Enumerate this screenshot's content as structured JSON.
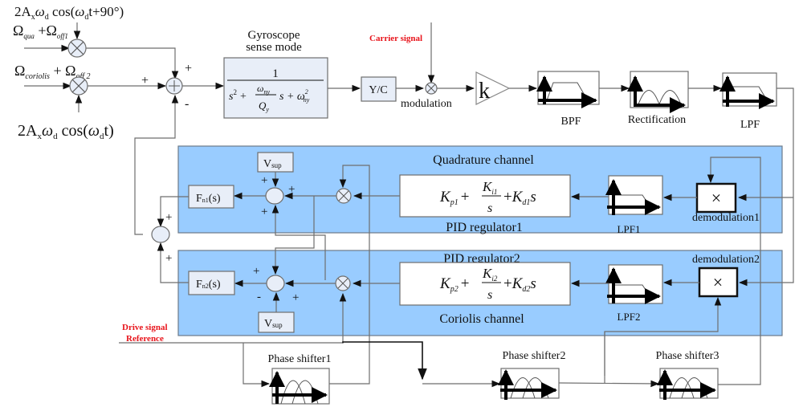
{
  "inputs": {
    "quad_carrier": "2Aₓωd cos(ωdt+90°)",
    "quad_carrier_parts": {
      "pre": "2A",
      "x": "x",
      "w": "ω",
      "d": "d",
      "mid": " cos(",
      "w2": "ω",
      "d2": "d",
      "post": "t+90°)"
    },
    "quad_rate": {
      "omega": "Ω",
      "sub1": "qua",
      "plus": " +Ω",
      "sub2": "off1"
    },
    "coriolis_rate": {
      "omega": "Ω",
      "sub1": "coriolis",
      "plus": " + Ω",
      "sub2": "off 2"
    },
    "drive_carrier_parts": {
      "pre": "2A",
      "x": "x",
      "w": "ω",
      "d": "d",
      "mid": " cos(",
      "w2": "ω",
      "d2": "d",
      "post": "t)"
    }
  },
  "signs": {
    "plus": "+",
    "minus": "-"
  },
  "gyro": {
    "title_line1": "Gyroscope",
    "title_line2": "sense mode",
    "numerator": "1",
    "den_s2": "s",
    "den_exp": "2",
    "den_plus": "+",
    "den_omega": "ω",
    "den_omega_sub": "ny",
    "den_Q": "Q",
    "den_Q_sub": "y",
    "den_s": "s + ω",
    "den_omega2_sub": "ny",
    "den_omega2_exp": "2"
  },
  "yc_label": "Y/C",
  "carrier_signal": "Carrier signal",
  "modulation_label": "modulation",
  "gain_label": "k",
  "filters": {
    "bpf": "BPF",
    "rectification": "Rectification",
    "lpf": "LPF"
  },
  "quadrature": {
    "title": "Quadrature channel",
    "pid_label": "PID regulator1",
    "pid": {
      "Kp": "K",
      "p": "p1",
      "Ki": "K",
      "i": "i1",
      "s": "s",
      "Kd": "K",
      "d": "d1",
      "s2": "s",
      "plus": "+"
    },
    "lpf": "LPF1",
    "demod": "demodulation1",
    "fn": {
      "F": "F",
      "sub": "n1",
      "arg": "(s)"
    },
    "vsup": {
      "V": "V",
      "sub": "sup"
    }
  },
  "coriolis": {
    "title": "Coriolis channel",
    "pid_label": "PID regulator2",
    "pid": {
      "Kp": "K",
      "p": "p2",
      "Ki": "K",
      "i": "i2",
      "s": "s",
      "Kd": "K",
      "d": "d2",
      "s2": "s",
      "plus": "+"
    },
    "lpf": "LPF2",
    "demod": "demodulation2",
    "fn": {
      "F": "F",
      "sub": "n2",
      "arg": "(s)"
    },
    "vsup": {
      "V": "V",
      "sub": "sup"
    }
  },
  "drive_ref": {
    "line1": "Drive signal",
    "line2": "Reference"
  },
  "phase_shifters": [
    "Phase shifter1",
    "Phase shifter2",
    "Phase shifter3"
  ],
  "mult_symbol": "×",
  "colors": {
    "panel": "#99ccff",
    "block": "#e8eef8",
    "red_text": "#e8141b"
  }
}
